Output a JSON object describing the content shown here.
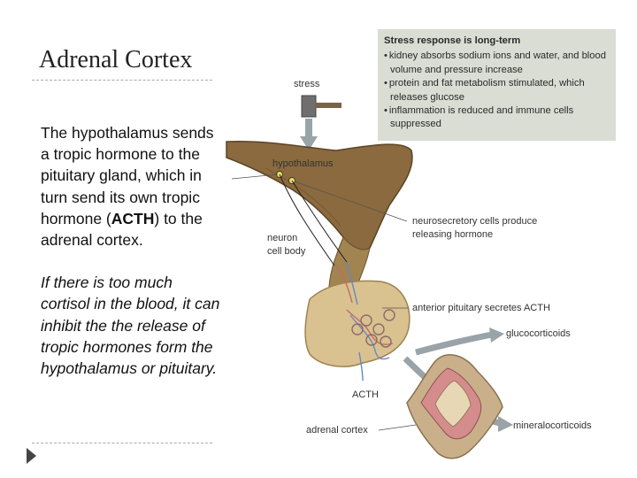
{
  "slide": {
    "title": "Adrenal Cortex",
    "paragraph1": "The hypothalamus sends a tropic hormone to the pituitary gland, which in turn send its own tropic hormone (ACTH) to the adrenal cortex.",
    "paragraph2": "If there is too much cortisol in the blood, it can inhibit the the release of tropic hormones form the hypothalamus or pituitary."
  },
  "infobox": {
    "title": "Stress response is long-term",
    "items": [
      "kidney absorbs sodium ions and water, and blood volume and pressure increase",
      "protein and fat metabolism stimulated, which releases glucose",
      "inflammation is reduced and immune cells suppressed"
    ]
  },
  "labels": {
    "stress": "stress",
    "hypothalamus": "hypothalamus",
    "neuron_line1": "neuron",
    "neuron_line2": "cell body",
    "neurosecretory_line1": "neurosecretory cells produce",
    "neurosecretory_line2": "releasing hormone",
    "anterior": "anterior pituitary secretes ACTH",
    "glucocorticoids": "glucocorticoids",
    "acth": "ACTH",
    "adrenal_cortex": "adrenal cortex",
    "mineralocorticoids": "mineralocorticoids"
  },
  "colors": {
    "brain": "#8a6a3e",
    "pituitary": "#d9c28f",
    "arrow": "#9aa3a8",
    "box_bg": "#d9ddd3"
  },
  "icons": {
    "hammer": "hammer-icon",
    "slide_bullet": "triangle-bullet-icon"
  }
}
